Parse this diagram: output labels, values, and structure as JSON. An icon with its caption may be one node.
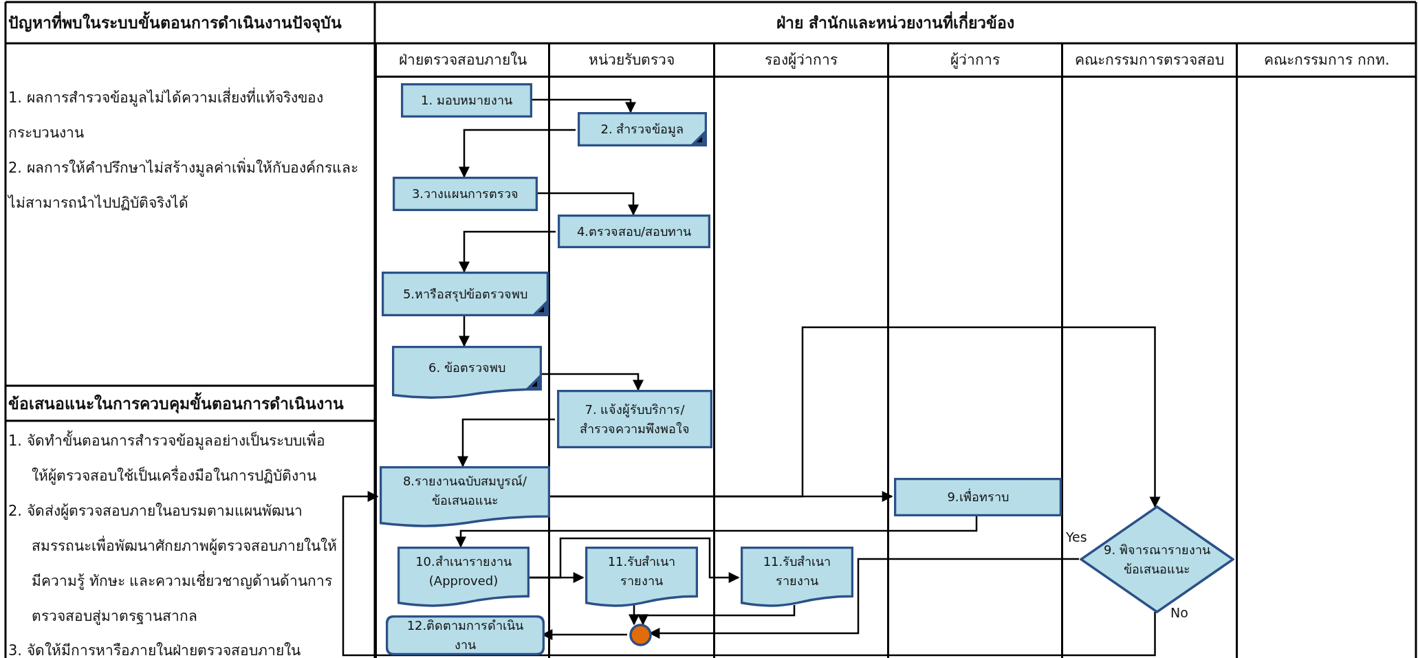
{
  "diagram": {
    "nodes": [
      {
        "text": [
          "ฝ่ายตรวจสอบภายใน"
        ]
      },
      {
        "text": [
          "หน่วยรับตรวจ"
        ]
      },
      {
        "text": [
          "รองผู้ว่าการ"
        ]
      },
      {
        "text": [
          "ผู้ว่าการ"
        ]
      },
      {
        "text": [
          "คณะกรรมการตรวจสอบ"
        ]
      },
      {
        "text": [
          "คณะกรรมการ กกท."
        ]
      },
      {
        "text": [
          "1. มอบหมายงาน"
        ],
        "in": 0
      },
      {
        "text": [
          "2. สำรวจข้อมูล"
        ],
        "in": 1
      },
      {
        "text": [
          "3.วางแผนการตรวจ"
        ],
        "in": 0
      },
      {
        "text": [
          "4.ตรวจสอบ/สอบทาน"
        ],
        "in": 1
      },
      {
        "text": [
          "5.หารือสรุปข้อตรวจพบ"
        ],
        "in": 0
      },
      {
        "text": [
          "6. ข้อตรวจพบ"
        ],
        "in": 0
      },
      {
        "text": [
          "7. แจ้งผู้รับบริการ/สำรวจความพึงพอใจ"
        ],
        "in": 1
      },
      {
        "text": [
          "8.รายงานฉบับสมบูรณ์/ข้อเสนอแนะ"
        ],
        "in": 0
      },
      {
        "text": [
          "9.เพื่อทราบ"
        ],
        "in": 3
      },
      {
        "text": [
          "9. พิจารณารายงานข้อเสนอแนะ"
        ],
        "in": 4
      },
      {
        "text": [
          "10.สำเนารายงาน (Approved)"
        ],
        "in": 0
      },
      {
        "text": [
          "11.รับสำเนารายงาน"
        ],
        "in": 1
      },
      {
        "text": [
          "11.รับสำเนารายงาน"
        ],
        "in": 2
      },
      {
        "text": [],
        "shape": "circle",
        "in": 1
      },
      {
        "text": [
          "12.ติดตามการดำเนินงาน"
        ],
        "in": 0
      }
    ],
    "edges": [
      {
        "from": 6,
        "to": 7,
        "arrow": "to"
      },
      {
        "from": 7,
        "to": 8,
        "arrow": "to"
      },
      {
        "from": 8,
        "to": 9,
        "arrow": "to"
      },
      {
        "from": 9,
        "to": 10,
        "arrow": "to"
      },
      {
        "from": 10,
        "to": 11,
        "arrow": "to"
      },
      {
        "from": 11,
        "to": 12,
        "arrow": "to"
      },
      {
        "from": 12,
        "to": 13,
        "arrow": "to"
      },
      {
        "from": 13,
        "to": 14,
        "arrow": "to"
      },
      {
        "from": 13,
        "to": 15,
        "arrow": "to"
      },
      {
        "from": 14,
        "to": 16,
        "arrow": "to"
      },
      {
        "from": 16,
        "to": 17,
        "arrow": "to"
      },
      {
        "from": 16,
        "to": 18,
        "arrow": "to"
      },
      {
        "from": 17,
        "to": 19,
        "arrow": "to"
      },
      {
        "from": 18,
        "to": 19,
        "arrow": "to"
      },
      {
        "from": 15,
        "to": 19,
        "arrow": "to",
        "label": "Yes"
      },
      {
        "from": 15,
        "to": 13,
        "arrow": "to",
        "label": "No"
      },
      {
        "from": 19,
        "to": 20,
        "arrow": "to"
      }
    ],
    "labels": [
      "ปัญหาที่พบในระบบขั้นตอนการดำเนินงานปัจจุบัน",
      "ฝ่าย สำนักและหน่วยงานที่เกี่ยวข้อง",
      "1. ผลการสำรวจข้อมูลไม่ได้ความเสี่ยงที่แท้จริงของกระบวนงาน",
      "2. ผลการให้คำปรึกษาไม่สร้างมูลค่าเพิ่มให้กับองค์กรและไม่สามารถนำไปปฏิบัติจริงได้",
      "ข้อเสนอแนะในการควบคุมขั้นตอนการดำเนินงาน",
      "1. จัดทำขั้นตอนการสำรวจข้อมูลอย่างเป็นระบบเพื่อให้ผู้ตรวจสอบใช้เป็นเครื่องมือในการปฏิบัติงาน",
      "2. จัดส่งผู้ตรวจสอบภายในอบรมตามแผนพัฒนาสมรรถนะเพื่อพัฒนาศักยภาพผู้ตรวจสอบภายในให้มีความรู้ ทักษะ และความเชี่ยวชาญด้านด้านการตรวจสอบสู่มาตรฐานสากล",
      "3. จัดให้มีการหารือภายในฝ่ายตรวจสอบภายใน"
    ]
  }
}
